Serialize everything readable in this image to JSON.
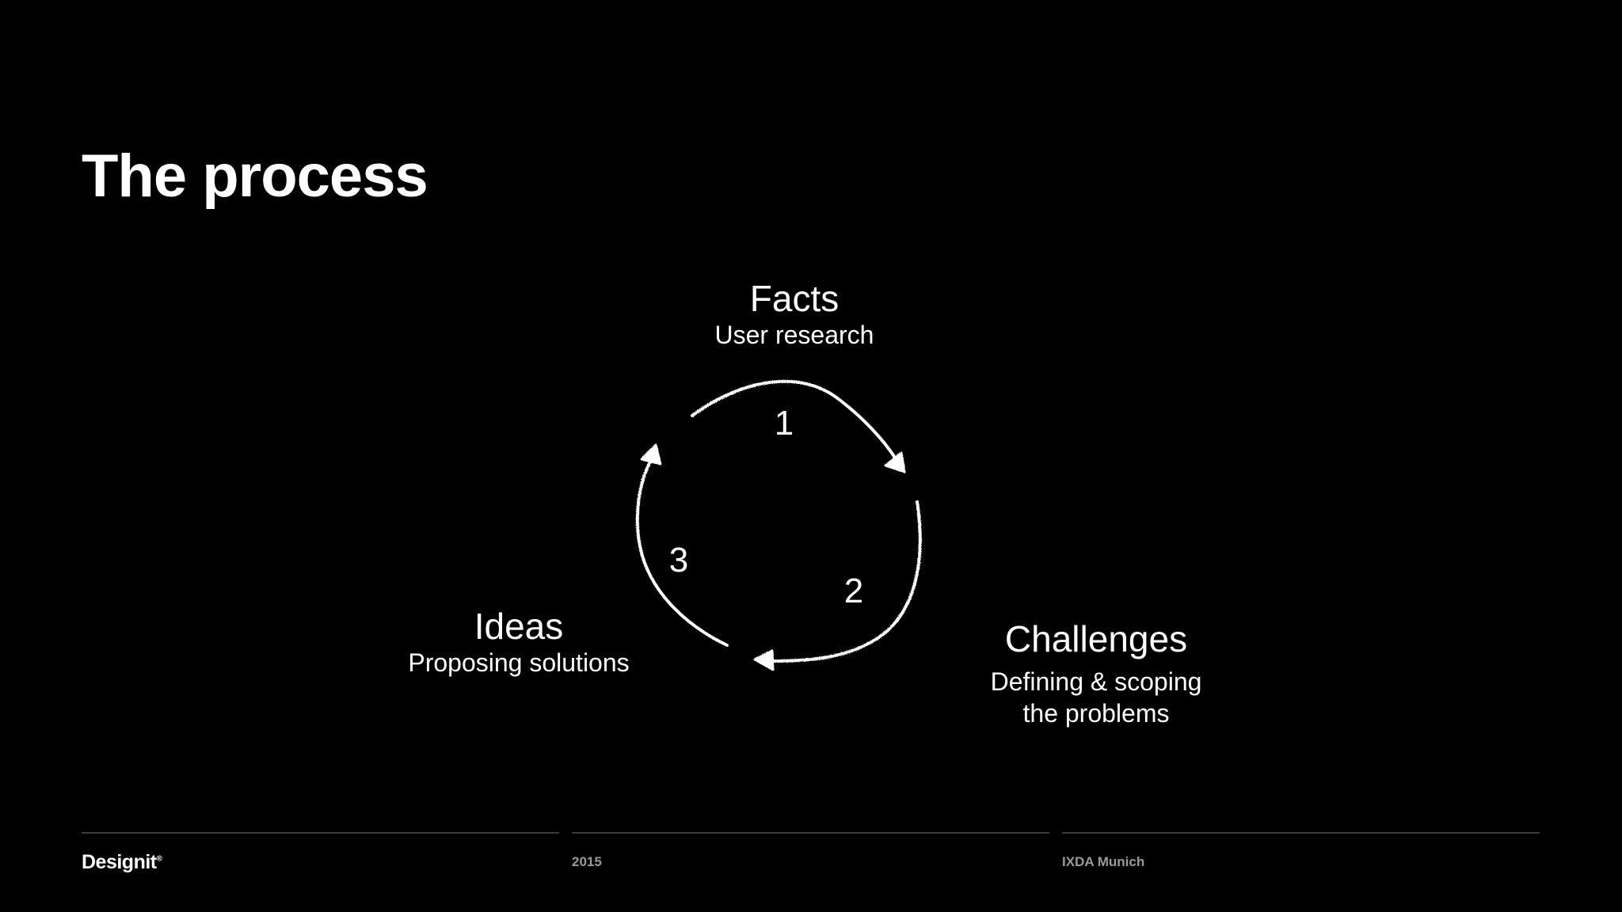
{
  "slide": {
    "title": "The process"
  },
  "cycle": {
    "facts": {
      "title": "Facts",
      "subtitle": "User research"
    },
    "challenges": {
      "title": "Challenges",
      "subtitle_line1": "Defining & scoping",
      "subtitle_line2": "the problems"
    },
    "ideas": {
      "title": "Ideas",
      "subtitle": "Proposing solutions"
    },
    "step_labels": [
      "1",
      "2",
      "3"
    ]
  },
  "footer": {
    "logo": "Designit",
    "logo_mark": "®",
    "year": "2015",
    "event": "IXDA Munich"
  },
  "colors": {
    "background": "#000000",
    "text": "#ffffff",
    "footer_text": "#9a9a9a",
    "divider": "#3a3a3a"
  }
}
